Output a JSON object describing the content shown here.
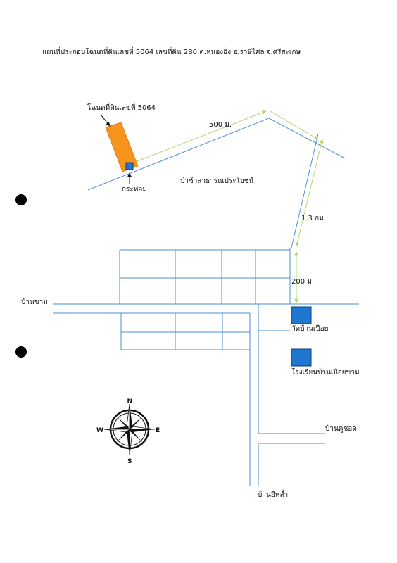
{
  "title": "แผนที่ประกอบโฉนดที่ดินเลขที่ 5064 เลขที่ดิน 280 ต.หนองอึ่ง อ.ราษีไศล จ.ศรีสะเกษ",
  "labels": {
    "deed": "โฉนดที่ดินเลขที่ 5064",
    "hut": "กระท่อม",
    "forest": "ป่าช้าสาธารณประโยชน์",
    "dist_500": "500 ม.",
    "dist_13": "1.3 กม.",
    "dist_200": "200 ม.",
    "village_west": "บ้านขาม",
    "temple": "วัดบ้านเปือย",
    "school": "โรงเรียนบ้านเปือยขาม",
    "village_east": "บ้านคูซอด",
    "village_south": "บ้านอีหล่ำ"
  },
  "compass": {
    "n": "N",
    "s": "S",
    "e": "E",
    "w": "W"
  },
  "colors": {
    "road": "#4a90d9",
    "measure": "#b5d66c",
    "plot": "#f7941d",
    "building": "#1f77d0"
  }
}
